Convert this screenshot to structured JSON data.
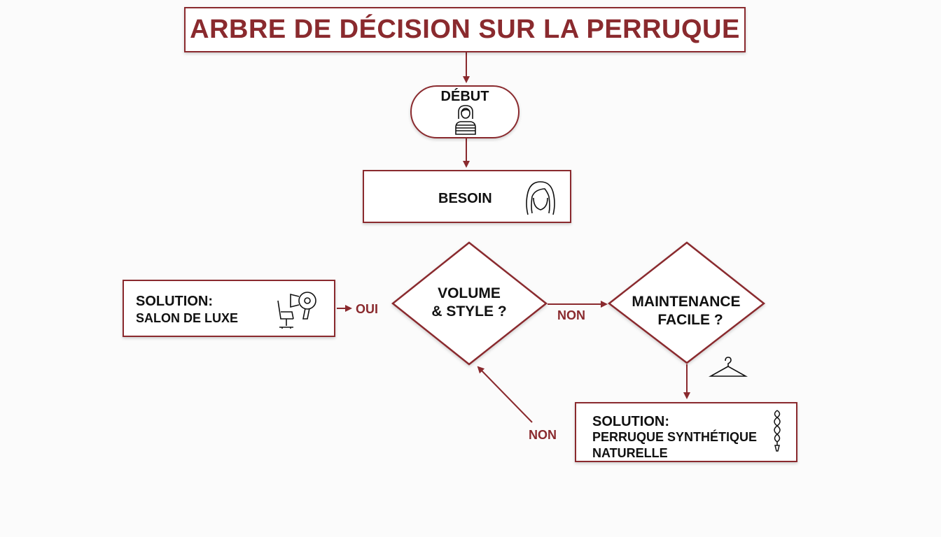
{
  "title": "ARBRE DE DÉCISION SUR LA PERRUQUE",
  "nodes": {
    "start": "DÉBUT",
    "besoin": "BESOIN",
    "q_volume": {
      "line1": "VOLUME",
      "line2": "& STYLE ?"
    },
    "q_maintenance": {
      "line1": "MAINTENANCE",
      "line2": "FACILE ?"
    },
    "sol_salon": {
      "line1": "SOLUTION:",
      "line2": "SALON DE LUXE"
    },
    "sol_synth": {
      "line1": "SOLUTION:",
      "line2": "PERRUQUE SYNTHÉTIQUE",
      "line3": "NATURELLE"
    }
  },
  "edge_labels": {
    "oui": "OUI",
    "non_right": "NON",
    "non_back": "NON"
  },
  "icons": {
    "start": "woman-portrait-icon",
    "besoin": "woman-hair-icon",
    "salon": "salon-chair-hairdryer-icon",
    "maintenance": "clothes-hanger-icon",
    "synth": "braid-icon"
  },
  "colors": {
    "accent": "#8a2a2e",
    "text": "#111111",
    "background": "#fbfbfb"
  }
}
